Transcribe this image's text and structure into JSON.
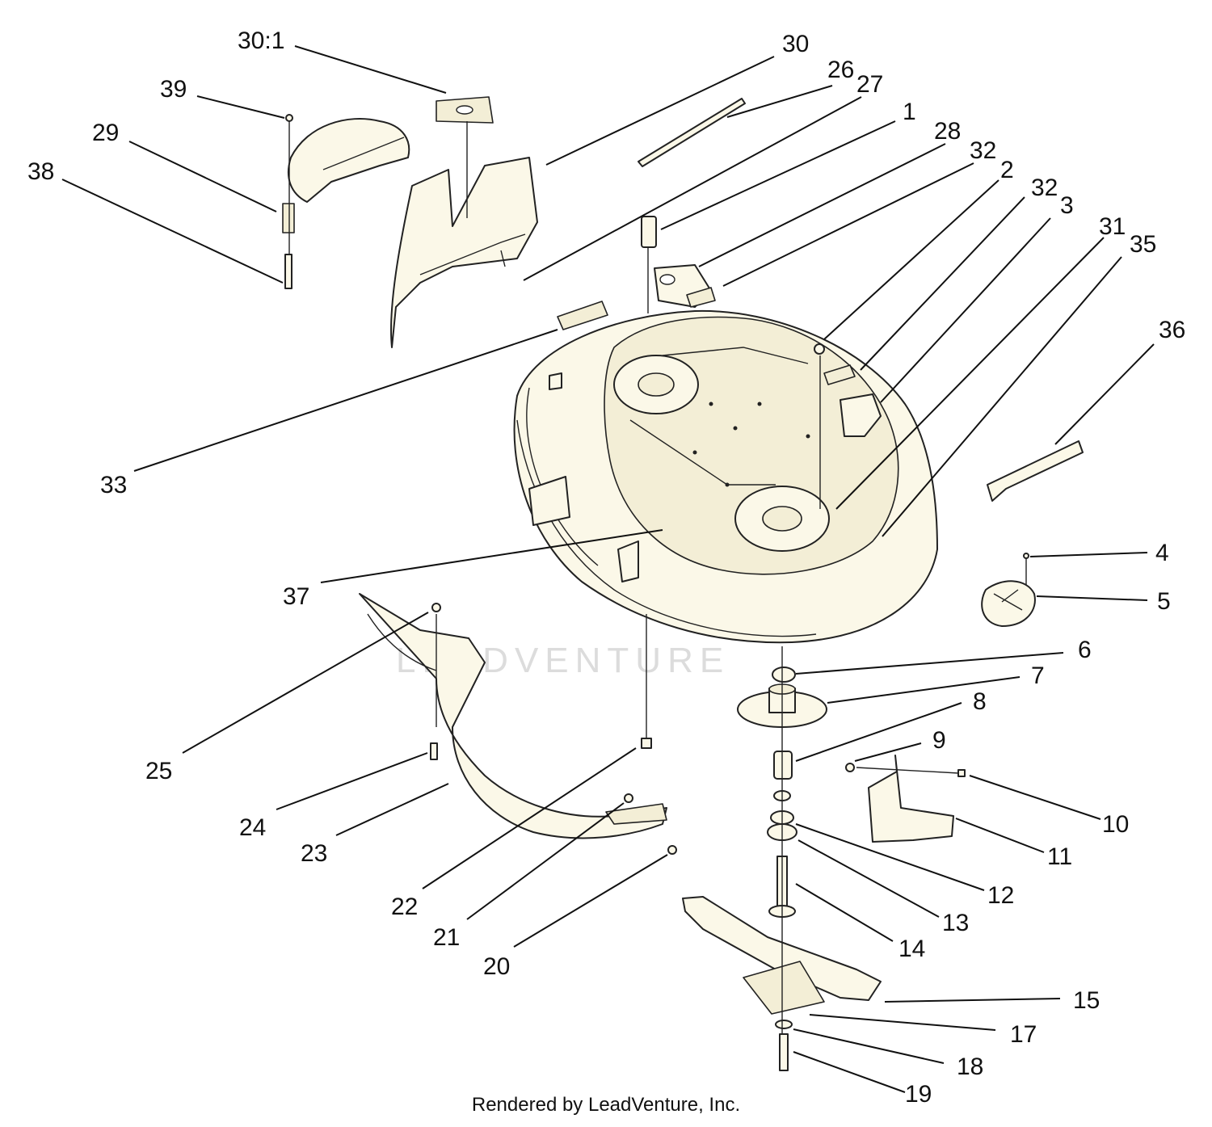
{
  "watermark": "LEADVENTURE",
  "footer": "Rendered by LeadVenture, Inc.",
  "callouts": [
    {
      "id": "30:1",
      "label": "30:1"
    },
    {
      "id": "30",
      "label": "30"
    },
    {
      "id": "26",
      "label": "26"
    },
    {
      "id": "27",
      "label": "27"
    },
    {
      "id": "1",
      "label": "1"
    },
    {
      "id": "28",
      "label": "28"
    },
    {
      "id": "32a",
      "label": "32"
    },
    {
      "id": "2",
      "label": "2"
    },
    {
      "id": "32b",
      "label": "32"
    },
    {
      "id": "3",
      "label": "3"
    },
    {
      "id": "31",
      "label": "31"
    },
    {
      "id": "35",
      "label": "35"
    },
    {
      "id": "36",
      "label": "36"
    },
    {
      "id": "39",
      "label": "39"
    },
    {
      "id": "29",
      "label": "29"
    },
    {
      "id": "38",
      "label": "38"
    },
    {
      "id": "33",
      "label": "33"
    },
    {
      "id": "37",
      "label": "37"
    },
    {
      "id": "4",
      "label": "4"
    },
    {
      "id": "5",
      "label": "5"
    },
    {
      "id": "6",
      "label": "6"
    },
    {
      "id": "7",
      "label": "7"
    },
    {
      "id": "8",
      "label": "8"
    },
    {
      "id": "9",
      "label": "9"
    },
    {
      "id": "10",
      "label": "10"
    },
    {
      "id": "11",
      "label": "11"
    },
    {
      "id": "12",
      "label": "12"
    },
    {
      "id": "13",
      "label": "13"
    },
    {
      "id": "14",
      "label": "14"
    },
    {
      "id": "15",
      "label": "15"
    },
    {
      "id": "17",
      "label": "17"
    },
    {
      "id": "18",
      "label": "18"
    },
    {
      "id": "19",
      "label": "19"
    },
    {
      "id": "20",
      "label": "20"
    },
    {
      "id": "21",
      "label": "21"
    },
    {
      "id": "22",
      "label": "22"
    },
    {
      "id": "23",
      "label": "23"
    },
    {
      "id": "24",
      "label": "24"
    },
    {
      "id": "25",
      "label": "25"
    }
  ]
}
